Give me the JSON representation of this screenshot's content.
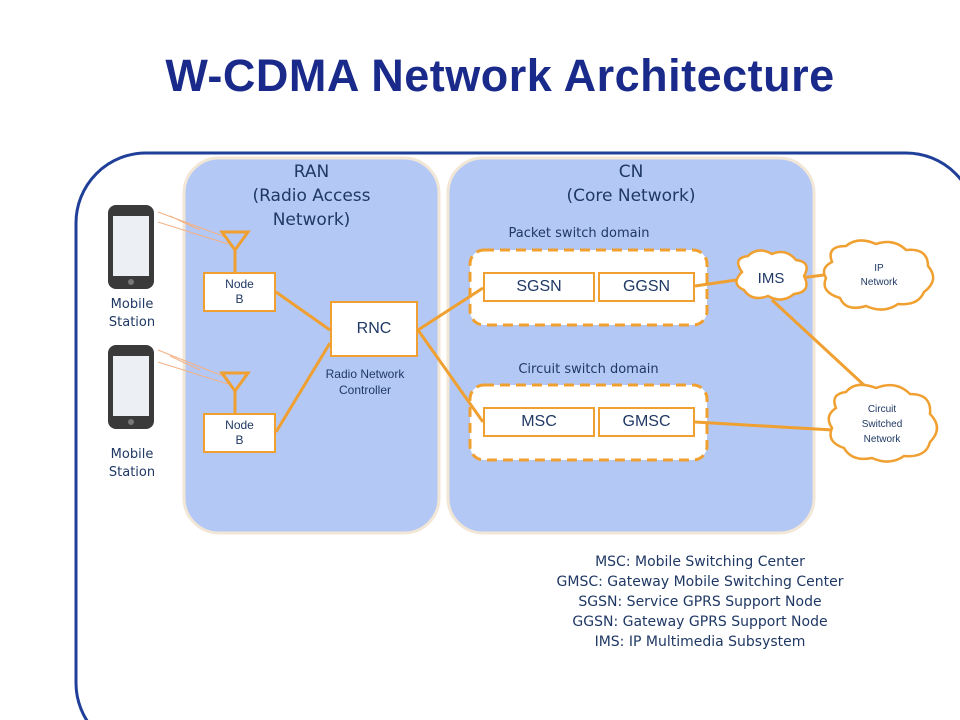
{
  "title": "W-CDMA Network Architecture",
  "ran": {
    "title": "RAN",
    "subtitle": "(Radio Access\nNetwork)"
  },
  "cn": {
    "title": "CN",
    "subtitle": "(Core Network)"
  },
  "mobile_station_1": "Mobile\nStation",
  "mobile_station_2": "Mobile\nStation",
  "node_b_1": "Node\nB",
  "node_b_2": "Node\nB",
  "rnc": {
    "label": "RNC",
    "caption": "Radio Network\nController"
  },
  "packet_domain": {
    "label": "Packet switch domain",
    "nodes": [
      "SGSN",
      "GGSN"
    ]
  },
  "circuit_domain": {
    "label": "Circuit switch domain",
    "nodes": [
      "MSC",
      "GMSC"
    ]
  },
  "ims": "IMS",
  "ip_network": "IP\nNetwork",
  "circuit_switched_network": "Circuit\nSwitched\nNetwork",
  "legend": [
    "MSC: Mobile Switching Center",
    "GMSC: Gateway Mobile Switching Center",
    "SGSN: Service GPRS Support Node",
    "GGSN: Gateway GPRS Support Node",
    "IMS: IP Multimedia Subsystem"
  ],
  "colors": {
    "title": "#1a2a8a",
    "frame": "#1f3f99",
    "panel": "#b3c8f5",
    "link": "#f0a030",
    "text": "#1f3864"
  }
}
